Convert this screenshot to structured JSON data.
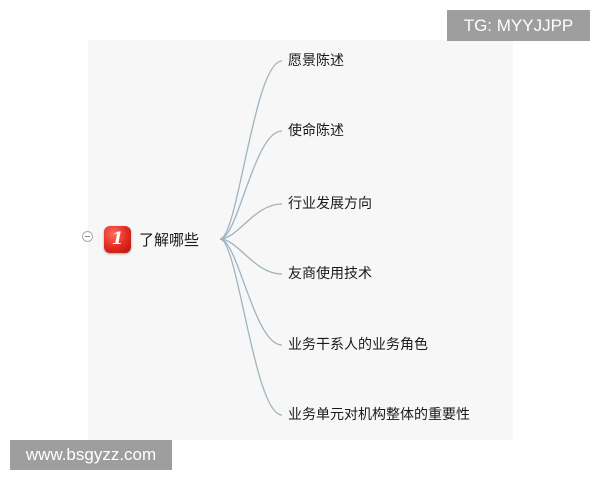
{
  "watermarks": {
    "top_right": "TG: MYYJJPP",
    "bottom_left": "www.bsgyzz.com"
  },
  "mindmap": {
    "root": {
      "label": "了解哪些",
      "priority": "1",
      "priority_icon": "priority-1-icon",
      "priority_color": "#e02a1f"
    },
    "branch_color": "#9fb4c0",
    "branches": [
      {
        "label": "愿景陈述"
      },
      {
        "label": "使命陈述"
      },
      {
        "label": "行业发展方向"
      },
      {
        "label": "友商使用技术"
      },
      {
        "label": "业务干系人的业务角色"
      },
      {
        "label": "业务单元对机构整体的重要性"
      }
    ]
  }
}
